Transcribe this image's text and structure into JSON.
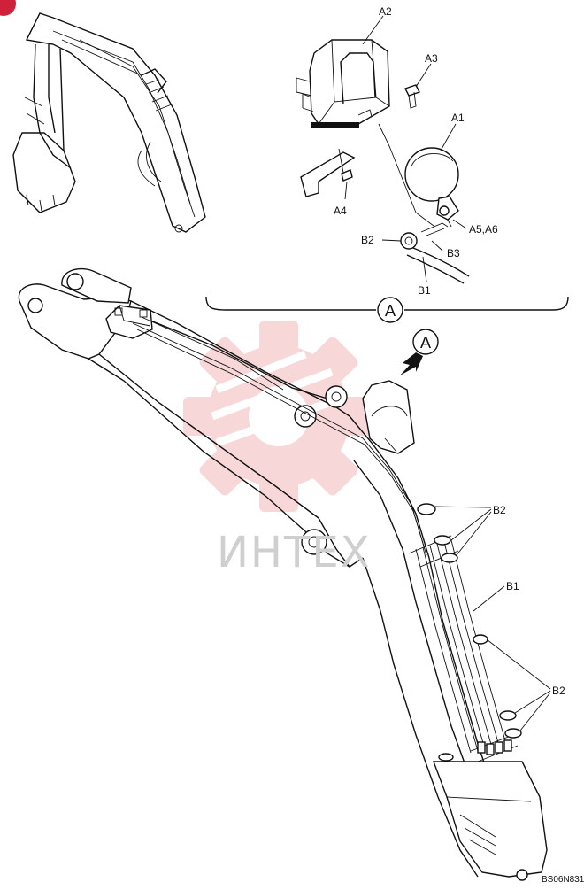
{
  "diagram": {
    "drawing_code": "BS06N831",
    "watermark_text": "ИНТЕХ",
    "badge": "",
    "detail_marker": "A",
    "labels": {
      "a1": "A1",
      "a2": "A2",
      "a3": "A3",
      "a4": "A4",
      "a5a6": "A5,A6",
      "b1_detail": "B1",
      "b2_detail": "B2",
      "b3": "B3",
      "b2_upper": "B2",
      "b1_main": "B1",
      "b2_lower": "B2"
    },
    "colors": {
      "line": "#111111",
      "watermark": "#f2b8b8",
      "watermark_text": "#cfcfcf",
      "badge": "#d0203a"
    }
  }
}
